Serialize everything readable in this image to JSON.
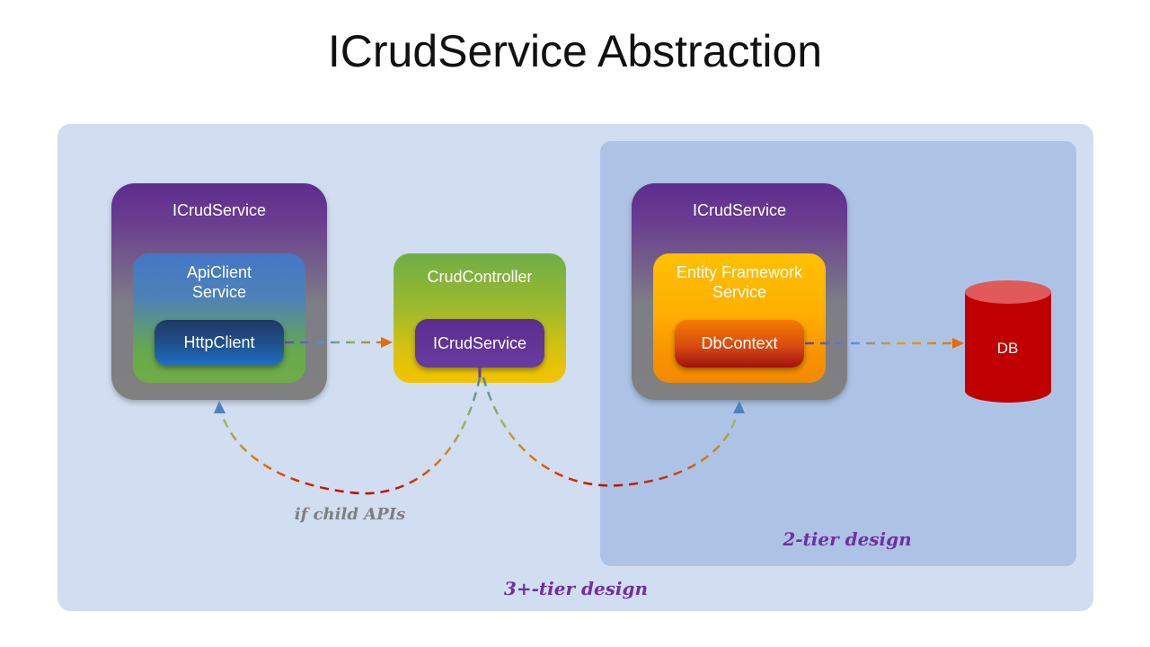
{
  "title": "ICrudService Abstraction",
  "regions": {
    "outer_label": "3+-tier design",
    "inner_label": "2-tier design"
  },
  "left_stack": {
    "outer_label": "ICrudService",
    "inner_label": "ApiClient Service",
    "pill_label": "HttpClient"
  },
  "controller": {
    "label": "CrudController",
    "pill_label": "ICrudService"
  },
  "right_stack": {
    "outer_label": "ICrudService",
    "inner_label": "Entity Framework Service",
    "pill_label": "DbContext"
  },
  "database": {
    "label": "DB"
  },
  "annotations": {
    "child_apis": "if child APIs"
  },
  "colors": {
    "outer_region": "#d1ddf0",
    "inner_region": "#adc3e6",
    "purple_text": "#7030a0",
    "gray_text": "#7f7f7f",
    "db_red": "#c00000"
  }
}
